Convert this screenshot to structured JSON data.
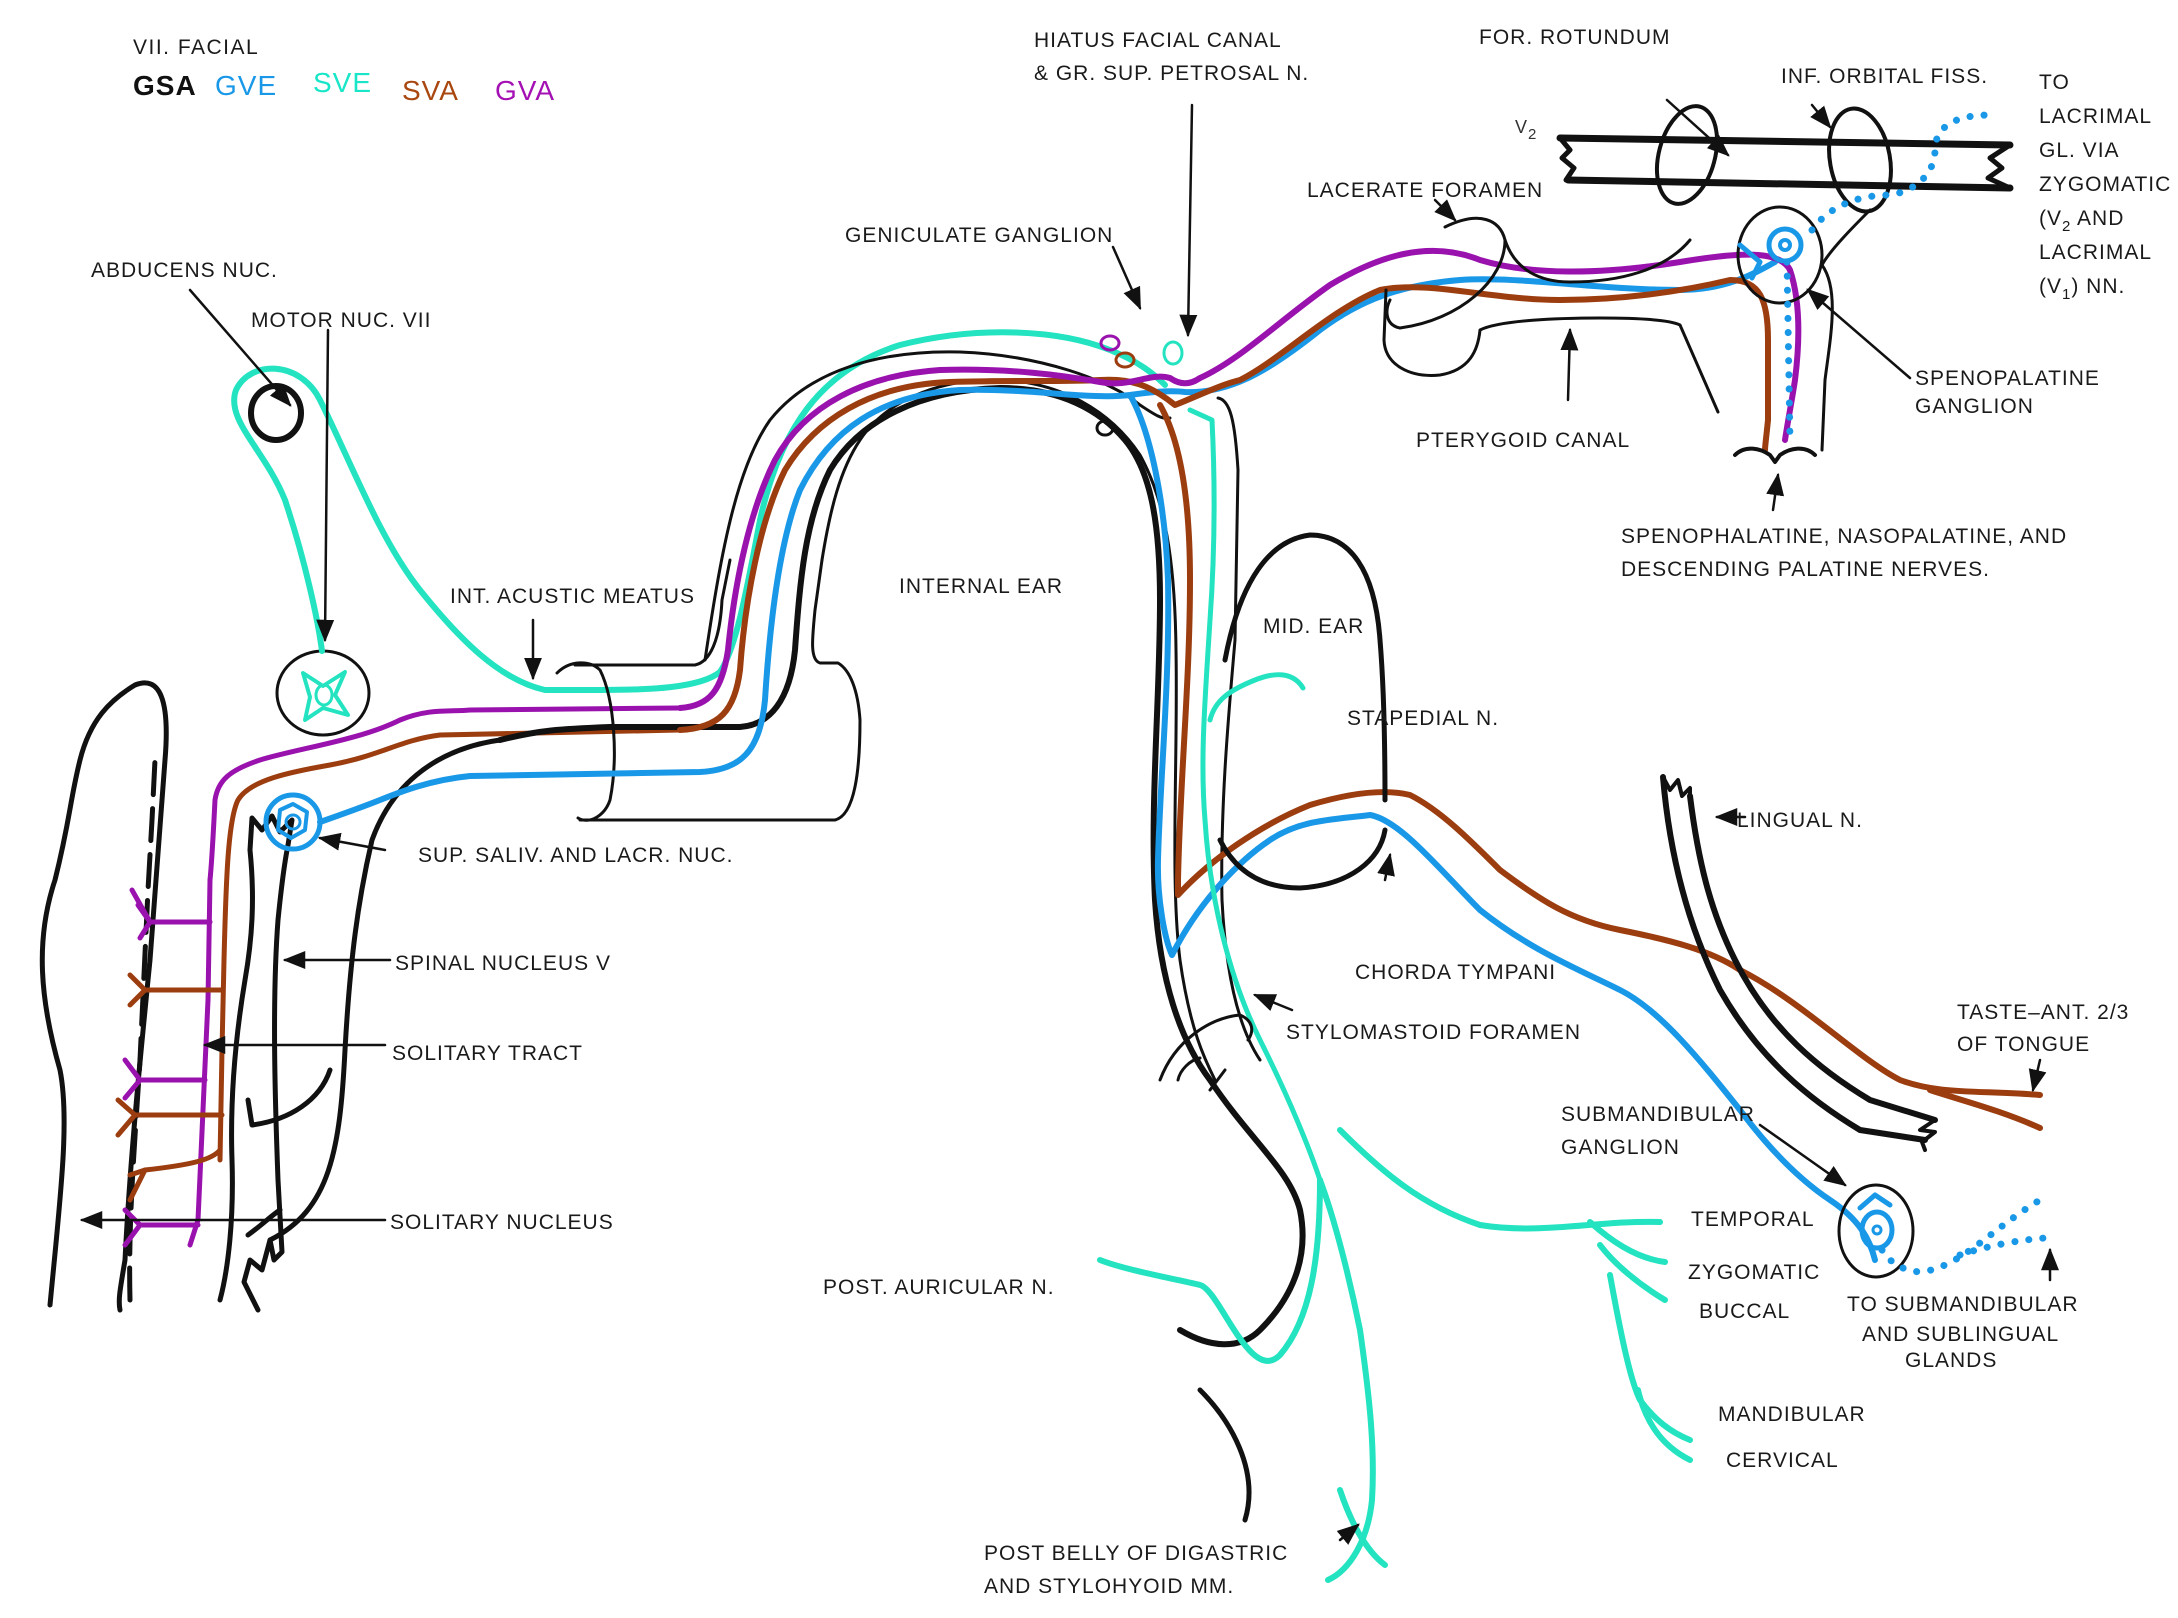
{
  "title": "VII. FACIAL",
  "legend": [
    {
      "code": "GSA",
      "color": "#111111"
    },
    {
      "code": "GVE",
      "color": "#1a98e8"
    },
    {
      "code": "SVE",
      "color": "#19e6c8"
    },
    {
      "code": "SVA",
      "color": "#a8470f"
    },
    {
      "code": "GVA",
      "color": "#a410b4"
    }
  ],
  "colors": {
    "gsa": "#111111",
    "gve": "#1a98e8",
    "sve": "#23e3c0",
    "sva": "#9c3d10",
    "gva": "#9a12ae",
    "outline": "#111111"
  },
  "labels": {
    "abducens_nuc": "ABDUCENS NUC.",
    "motor_nuc_vii": "MOTOR NUC. VII",
    "int_acustic_meatus": "INT. ACUSTIC MEATUS",
    "internal_ear": "INTERNAL EAR",
    "geniculate_ganglion": "GENICULATE GANGLION",
    "hiatus_line1": "HIATUS FACIAL CANAL",
    "hiatus_line2": "& GR. SUP. PETROSAL N.",
    "for_rotundum": "FOR. ROTUNDUM",
    "v2": "V",
    "v2_sub": "2",
    "inf_orbital_fiss": "INF. ORBITAL FISS.",
    "lacerate_foramen": "LACERATE FORAMEN",
    "to_lacrimal": [
      "TO",
      "LACRIMAL",
      "GL. VIA",
      "ZYGOMATIC"
    ],
    "v2_and": "AND",
    "lacrimal": "LACRIMAL",
    "v1_nn": "NN.",
    "pterygoid_canal": "PTERYGOID CANAL",
    "spenopalatine_ganglion_1": "SPENOPALATINE",
    "spenopalatine_ganglion_2": "GANGLION",
    "palatine_nerves_1": "SPENOPHALATINE, NASOPALATINE, AND",
    "palatine_nerves_2": "DESCENDING PALATINE NERVES.",
    "mid_ear": "MID. EAR",
    "stapedial_n": "STAPEDIAL N.",
    "lingual_n": "LINGUAL N.",
    "chorda_tympani": "CHORDA TYMPANI",
    "stylomastoid_foramen": "STYLOMASTOID FORAMEN",
    "taste_1": "TASTE–ANT. 2/3",
    "taste_2": "OF TONGUE",
    "submandibular_ganglion_1": "SUBMANDIBULAR",
    "submandibular_ganglion_2": "GANGLION",
    "temporal": "TEMPORAL",
    "zygomatic": "ZYGOMATIC",
    "buccal": "BUCCAL",
    "mandibular": "MANDIBULAR",
    "cervical": "CERVICAL",
    "to_glands_1": "TO SUBMANDIBULAR",
    "to_glands_2": "AND SUBLINGUAL",
    "to_glands_3": "GLANDS",
    "post_auricular_n": "POST. AURICULAR N.",
    "post_belly_1": "POST BELLY OF DIGASTRIC",
    "post_belly_2": "AND STYLOHYOID MM.",
    "sup_saliv": "SUP. SALIV. AND LACR. NUC.",
    "spinal_nucleus_v": "SPINAL NUCLEUS V",
    "solitary_tract": "SOLITARY TRACT",
    "solitary_nucleus": "SOLITARY NUCLEUS"
  }
}
